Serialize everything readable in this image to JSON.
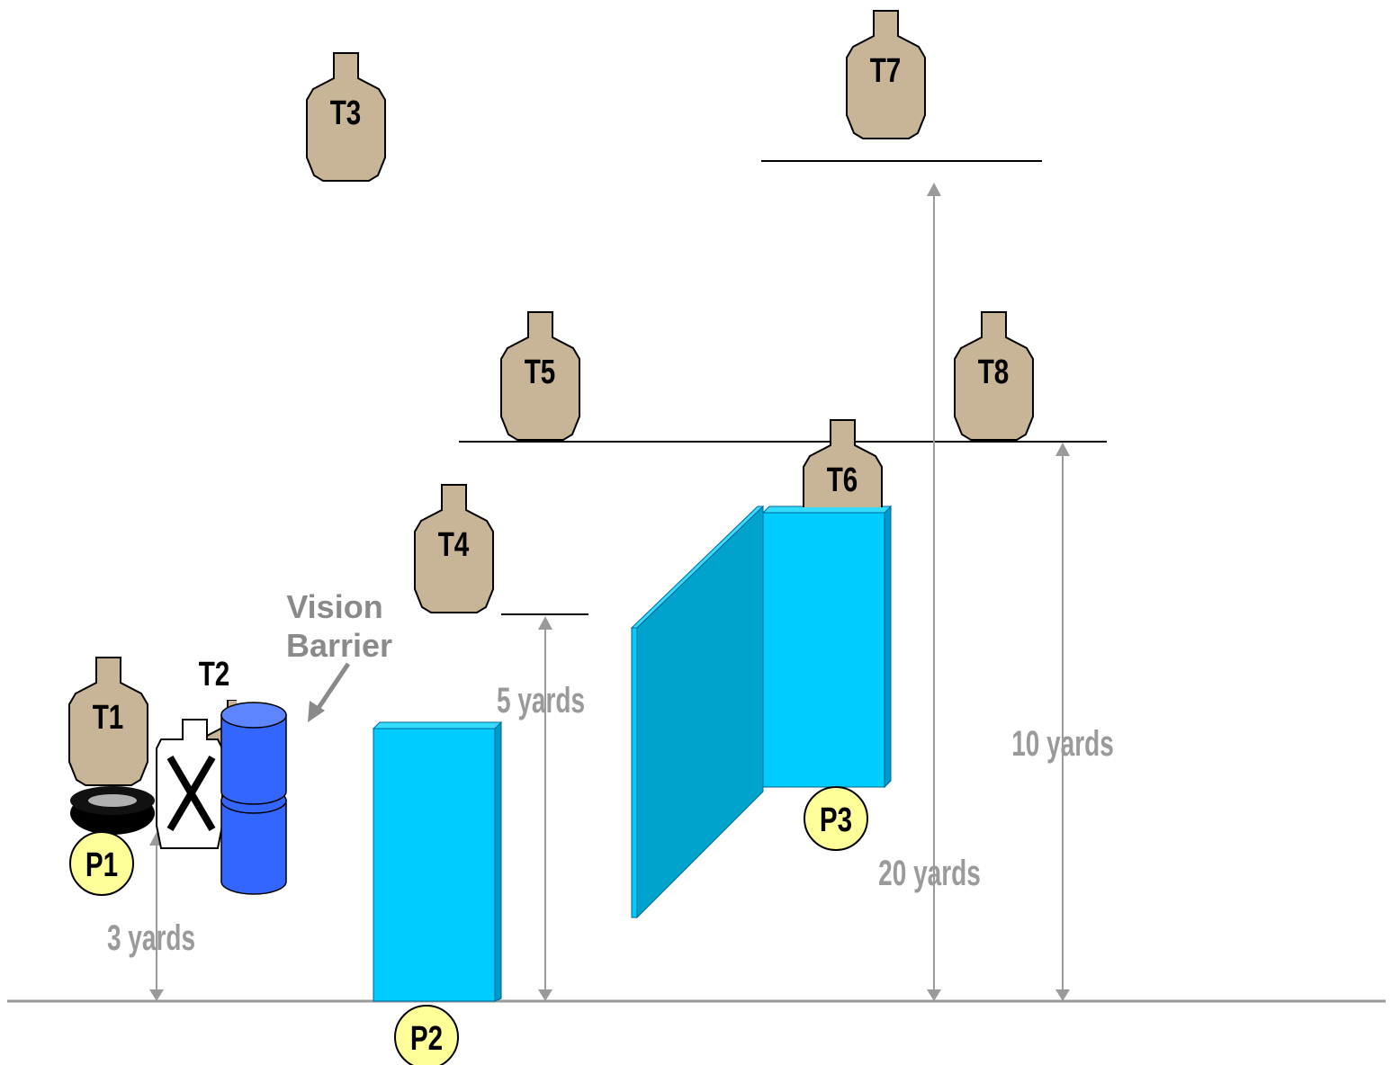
{
  "targets": [
    {
      "id": "T1",
      "label": "T1",
      "type": "shoot"
    },
    {
      "id": "T2",
      "label": "T2",
      "type": "shoot"
    },
    {
      "id": "T3",
      "label": "T3",
      "type": "shoot"
    },
    {
      "id": "T4",
      "label": "T4",
      "type": "shoot"
    },
    {
      "id": "T5",
      "label": "T5",
      "type": "shoot"
    },
    {
      "id": "T6",
      "label": "T6",
      "type": "shoot"
    },
    {
      "id": "T7",
      "label": "T7",
      "type": "shoot"
    },
    {
      "id": "T8",
      "label": "T8",
      "type": "shoot"
    }
  ],
  "positions": [
    {
      "id": "P1",
      "label": "P1"
    },
    {
      "id": "P2",
      "label": "P2"
    },
    {
      "id": "P3",
      "label": "P3"
    }
  ],
  "distances": {
    "d3": "3 yards",
    "d5": "5 yards",
    "d10": "10 yards",
    "d20": "20 yards"
  },
  "annotation": {
    "line1": "Vision",
    "line2": "Barrier"
  },
  "colors": {
    "target_fill": "#c8b496",
    "no_shoot_fill": "#ffffff",
    "barrel": "#3366ff",
    "wall_light": "#00ccff",
    "wall_dark": "#00a3cc",
    "marker_fill": "#ffff99",
    "dimension": "#9a9a9a",
    "tire": "#000000"
  }
}
